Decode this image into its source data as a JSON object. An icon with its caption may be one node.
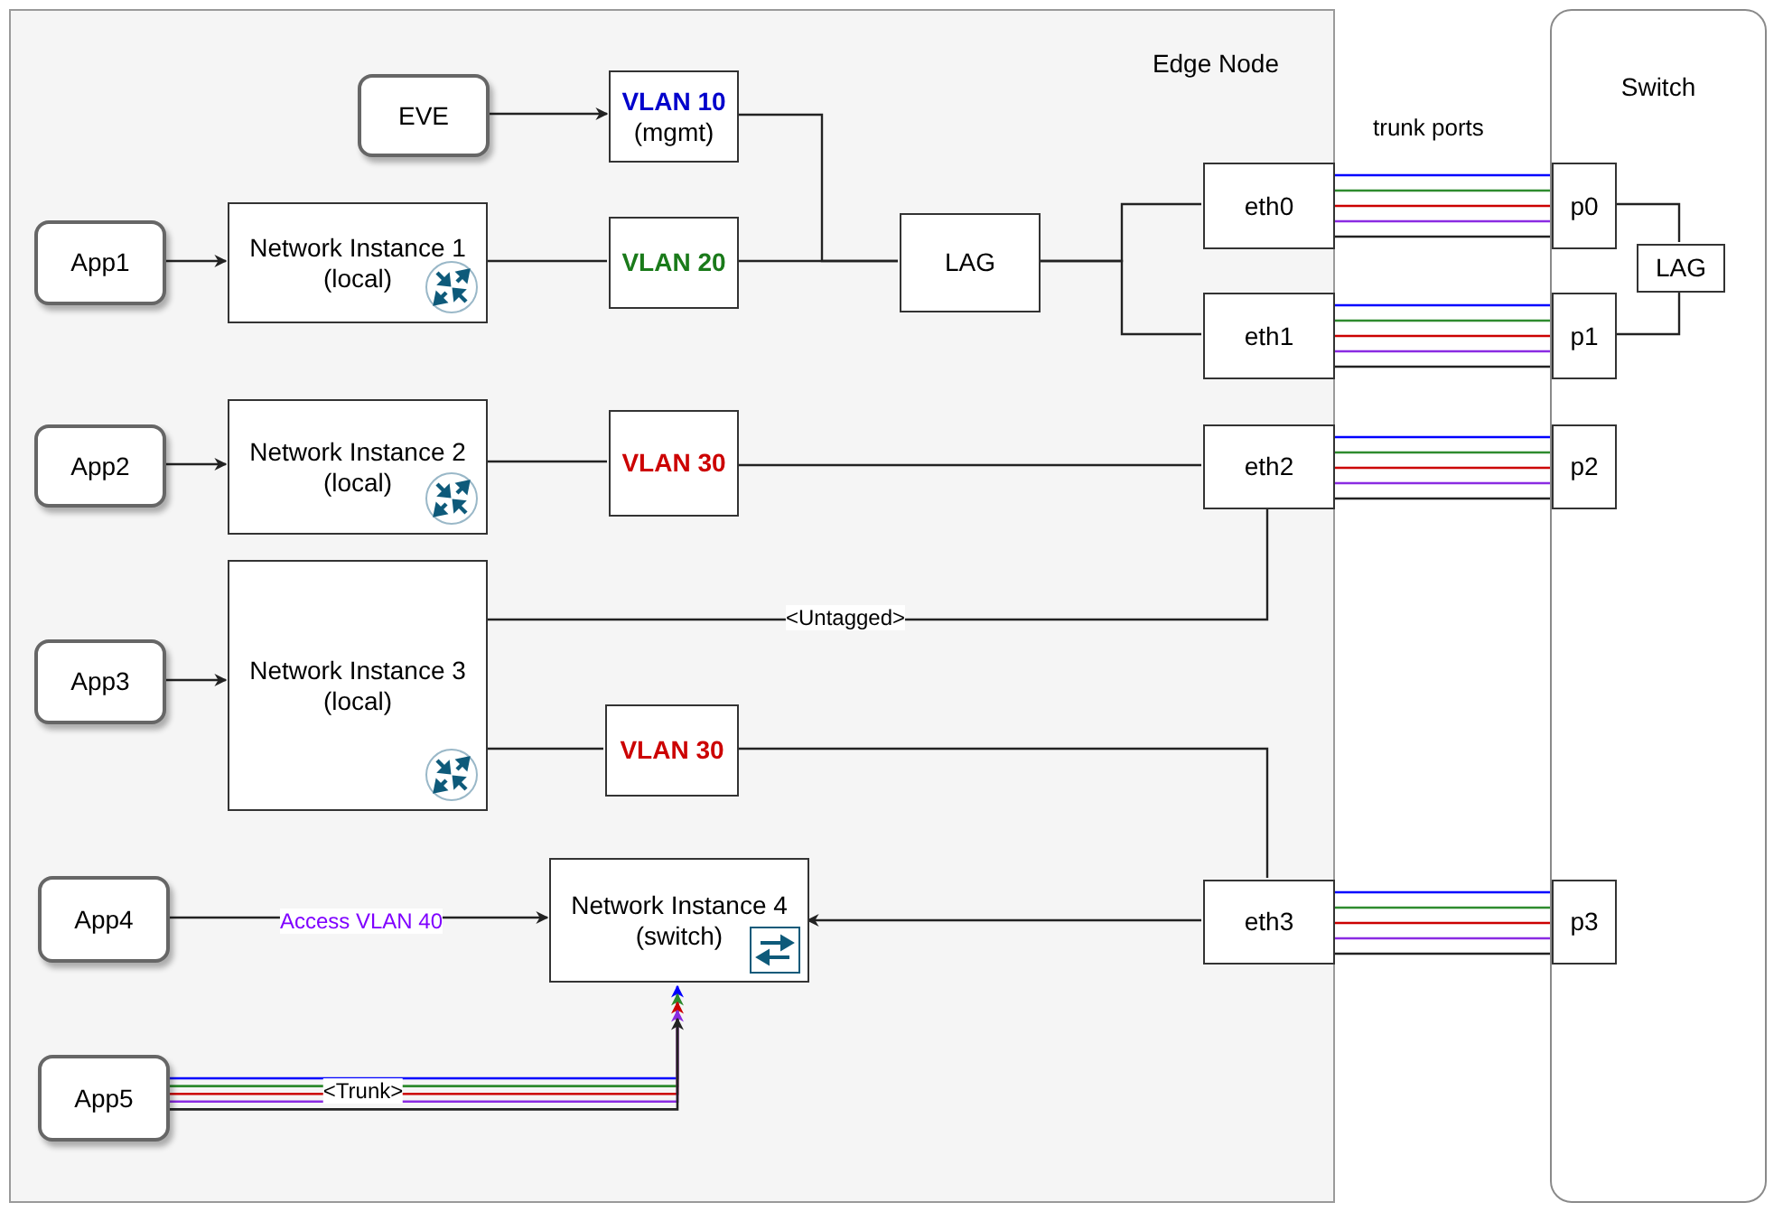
{
  "diagram": {
    "nodes": [
      {
        "text": [
          "Edge Node"
        ]
      },
      {
        "text": [
          "Switch"
        ]
      },
      {
        "text": [
          "EVE"
        ],
        "in": 0
      },
      {
        "text": [
          "VLAN 10",
          "(mgmt)"
        ],
        "in": 0
      },
      {
        "text": [
          "App1"
        ],
        "in": 0
      },
      {
        "text": [
          "Network Instance 1",
          "(local)"
        ],
        "in": 0
      },
      {
        "text": [
          "VLAN 20"
        ],
        "in": 0
      },
      {
        "text": [
          "LAG"
        ],
        "in": 0
      },
      {
        "text": [
          "eth0"
        ],
        "in": 0
      },
      {
        "text": [
          "eth1"
        ],
        "in": 0
      },
      {
        "text": [
          "App2"
        ],
        "in": 0
      },
      {
        "text": [
          "Network Instance 2",
          "(local)"
        ],
        "in": 0
      },
      {
        "text": [
          "VLAN 30"
        ],
        "in": 0
      },
      {
        "text": [
          "eth2"
        ],
        "in": 0
      },
      {
        "text": [
          "App3"
        ],
        "in": 0
      },
      {
        "text": [
          "Network Instance 3",
          "(local)"
        ],
        "in": 0
      },
      {
        "text": [
          "VLAN 30"
        ],
        "in": 0
      },
      {
        "text": [
          "App4"
        ],
        "in": 0
      },
      {
        "text": [
          "Network Instance 4",
          "(switch)"
        ],
        "in": 0
      },
      {
        "text": [
          "eth3"
        ],
        "in": 0
      },
      {
        "text": [
          "App5"
        ],
        "in": 0
      },
      {
        "text": [
          "p0"
        ],
        "in": 1
      },
      {
        "text": [
          "p1"
        ],
        "in": 1
      },
      {
        "text": [
          "LAG"
        ],
        "in": 1
      },
      {
        "text": [
          "p2"
        ],
        "in": 1
      },
      {
        "text": [
          "p3"
        ],
        "in": 1
      }
    ],
    "edges": [
      {
        "from": 2,
        "to": 3,
        "arrow": "to"
      },
      {
        "from": 4,
        "to": 5,
        "arrow": "to"
      },
      {
        "from": 5,
        "to": 6,
        "arrow": "none"
      },
      {
        "from": 3,
        "to": 7,
        "arrow": "none"
      },
      {
        "from": 6,
        "to": 7,
        "arrow": "none"
      },
      {
        "from": 7,
        "to": 8,
        "arrow": "none"
      },
      {
        "from": 7,
        "to": 9,
        "arrow": "none"
      },
      {
        "from": 8,
        "to": 21,
        "arrow": "none",
        "color": "#0000ff"
      },
      {
        "from": 8,
        "to": 21,
        "arrow": "none",
        "color": "#2e8b2e"
      },
      {
        "from": 8,
        "to": 21,
        "arrow": "none",
        "color": "#cc0000"
      },
      {
        "from": 8,
        "to": 21,
        "arrow": "none",
        "color": "#8a2be2"
      },
      {
        "from": 8,
        "to": 21,
        "arrow": "none"
      },
      {
        "from": 9,
        "to": 22,
        "arrow": "none",
        "color": "#0000ff"
      },
      {
        "from": 9,
        "to": 22,
        "arrow": "none",
        "color": "#2e8b2e"
      },
      {
        "from": 9,
        "to": 22,
        "arrow": "none",
        "color": "#cc0000"
      },
      {
        "from": 9,
        "to": 22,
        "arrow": "none",
        "color": "#8a2be2"
      },
      {
        "from": 9,
        "to": 22,
        "arrow": "none"
      },
      {
        "from": 21,
        "to": 23,
        "arrow": "none"
      },
      {
        "from": 22,
        "to": 23,
        "arrow": "none"
      },
      {
        "from": 10,
        "to": 11,
        "arrow": "to"
      },
      {
        "from": 11,
        "to": 12,
        "arrow": "none"
      },
      {
        "from": 12,
        "to": 13,
        "arrow": "none"
      },
      {
        "from": 13,
        "to": 24,
        "arrow": "none",
        "color": "#0000ff"
      },
      {
        "from": 13,
        "to": 24,
        "arrow": "none",
        "color": "#2e8b2e"
      },
      {
        "from": 13,
        "to": 24,
        "arrow": "none",
        "color": "#cc0000"
      },
      {
        "from": 13,
        "to": 24,
        "arrow": "none",
        "color": "#8a2be2"
      },
      {
        "from": 13,
        "to": 24,
        "arrow": "none"
      },
      {
        "from": 14,
        "to": 15,
        "arrow": "to"
      },
      {
        "from": 15,
        "to": 13,
        "arrow": "none",
        "label": "<Untagged>"
      },
      {
        "from": 15,
        "to": 16,
        "arrow": "none"
      },
      {
        "from": 16,
        "to": 19,
        "arrow": "none"
      },
      {
        "from": 17,
        "to": 18,
        "arrow": "to",
        "label": "Access VLAN 40"
      },
      {
        "from": 19,
        "to": 18,
        "arrow": "to"
      },
      {
        "from": 19,
        "to": 25,
        "arrow": "none",
        "color": "#0000ff"
      },
      {
        "from": 19,
        "to": 25,
        "arrow": "none",
        "color": "#2e8b2e"
      },
      {
        "from": 19,
        "to": 25,
        "arrow": "none",
        "color": "#cc0000"
      },
      {
        "from": 19,
        "to": 25,
        "arrow": "none",
        "color": "#8a2be2"
      },
      {
        "from": 19,
        "to": 25,
        "arrow": "none"
      },
      {
        "from": 20,
        "to": 18,
        "arrow": "to",
        "color": "#0000ff"
      },
      {
        "from": 20,
        "to": 18,
        "arrow": "to",
        "color": "#2e8b2e"
      },
      {
        "from": 20,
        "to": 18,
        "arrow": "to",
        "color": "#cc0000",
        "label": "<Trunk>"
      },
      {
        "from": 20,
        "to": 18,
        "arrow": "to",
        "color": "#8a2be2"
      },
      {
        "from": 20,
        "to": 18,
        "arrow": "to"
      }
    ],
    "labels": [
      "trunk ports"
    ]
  }
}
